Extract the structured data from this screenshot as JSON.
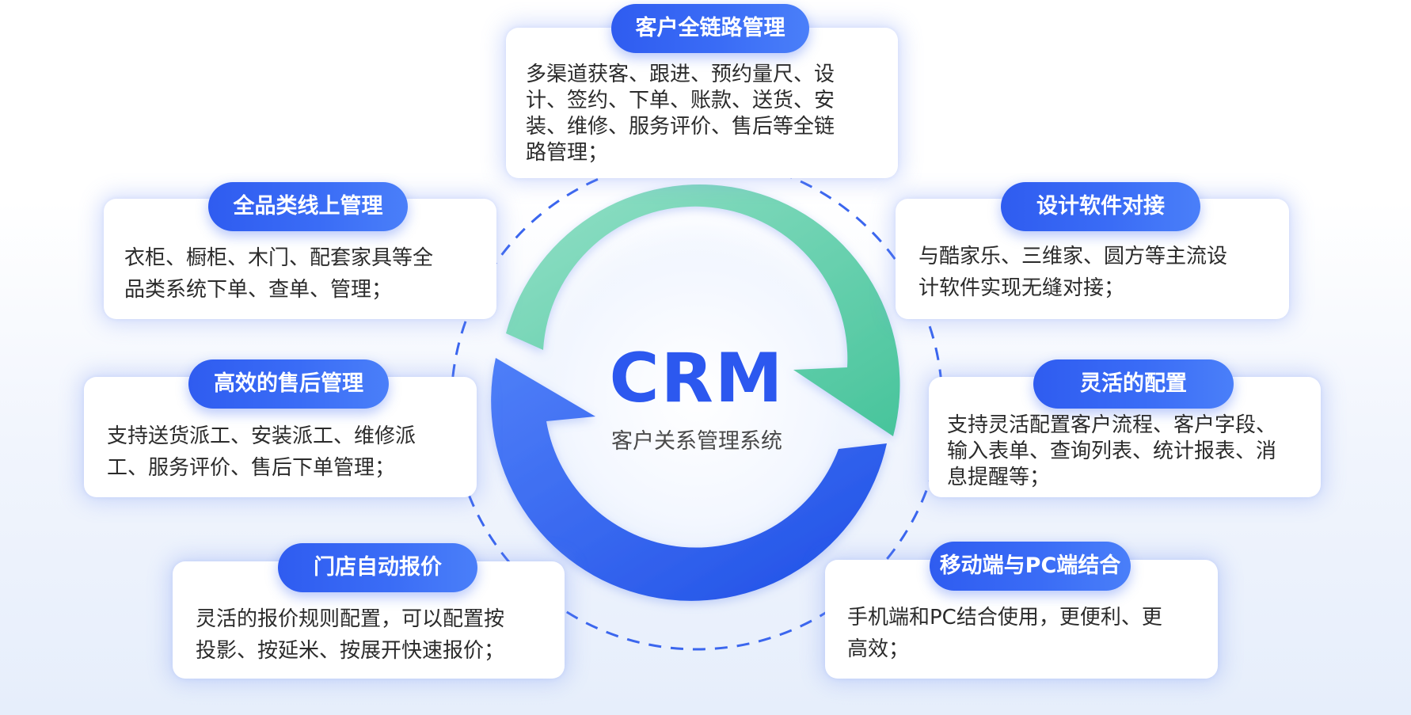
{
  "center": {
    "title": "CRM",
    "subtitle": "客户关系管理系统"
  },
  "features": [
    {
      "title": "客户全链路管理",
      "desc": [
        "多渠道获客、跟进、预约量尺、设",
        "计、签约、下单、账款、送货、安",
        "装、维修、服务评价、售后等全链",
        "路管理；"
      ]
    },
    {
      "title": "全品类线上管理",
      "desc": [
        "衣柜、橱柜、木门、配套家具等全",
        "品类系统下单、查单、管理；"
      ]
    },
    {
      "title": "设计软件对接",
      "desc": [
        "与酷家乐、三维家、圆方等主流设",
        "计软件实现无缝对接；"
      ]
    },
    {
      "title": "高效的售后管理",
      "desc": [
        "支持送货派工、安装派工、维修派",
        "工、服务评价、售后下单管理；"
      ]
    },
    {
      "title": "灵活的配置",
      "desc": [
        "支持灵活配置客户流程、客户字段、",
        "输入表单、查询列表、统计报表、消",
        "息提醒等；"
      ]
    },
    {
      "title": "门店自动报价",
      "desc": [
        "灵活的报价规则配置，可以配置按",
        "投影、按延米、按展开快速报价；"
      ]
    },
    {
      "title": "移动端与PC端结合",
      "desc": [
        "手机端和PC结合使用，更便利、更",
        "高效；"
      ]
    }
  ],
  "colors": {
    "primary_blue": "#2f5cf0",
    "teal": "#5ccfae",
    "dashed_ring": "#3b66ee",
    "text": "#2b2b2b"
  }
}
